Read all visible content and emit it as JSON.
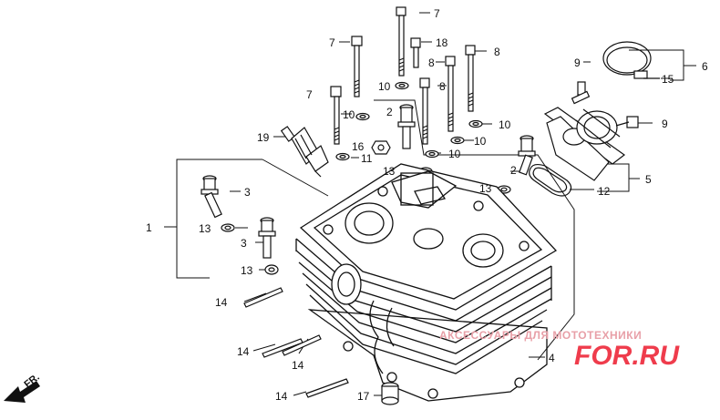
{
  "callouts": {
    "c1": "1",
    "c2a": "2",
    "c2b": "2",
    "c3a": "3",
    "c3b": "3",
    "c4": "4",
    "c5": "5",
    "c6": "6",
    "c7a": "7",
    "c7b": "7",
    "c7c": "7",
    "c8a": "8",
    "c8b": "8",
    "c8c": "8",
    "c9a": "9",
    "c9b": "9",
    "c10a": "10",
    "c10b": "10",
    "c10c": "10",
    "c10d": "10",
    "c10e": "10",
    "c11": "11",
    "c12": "12",
    "c13a": "13",
    "c13b": "13",
    "c13c": "13",
    "c13d": "13",
    "c14a": "14",
    "c14b": "14",
    "c14c": "14",
    "c14d": "14",
    "c15": "15",
    "c16": "16",
    "c17": "17",
    "c18": "18",
    "c19": "19"
  },
  "direction_marker": "FR.",
  "watermark": {
    "line1": "АКСЕССУАРЫ ДЛЯ МОТОТЕХНИКИ",
    "line2": "FOR.RU"
  },
  "colors": {
    "ink": "#111111",
    "watermark_light": "#e8a0a8",
    "watermark_brand": "#ef3c4c"
  }
}
